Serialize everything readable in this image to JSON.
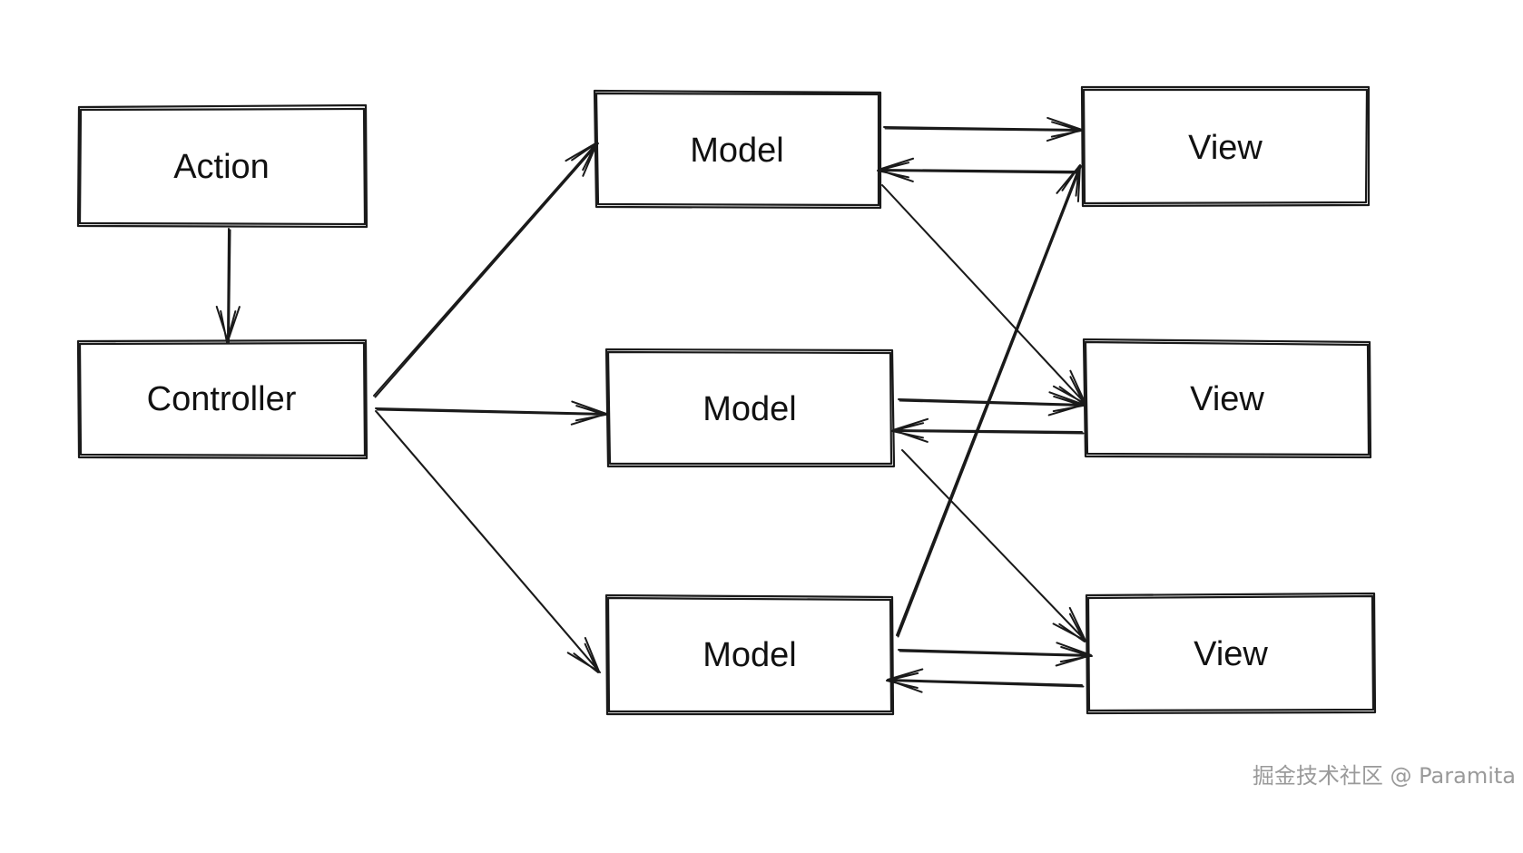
{
  "nodes": {
    "action": {
      "label": "Action"
    },
    "controller": {
      "label": "Controller"
    },
    "model_1": {
      "label": "Model"
    },
    "model_2": {
      "label": "Model"
    },
    "model_3": {
      "label": "Model"
    },
    "view_1": {
      "label": "View"
    },
    "view_2": {
      "label": "View"
    },
    "view_3": {
      "label": "View"
    }
  },
  "edges": [
    {
      "from": "action",
      "to": "controller"
    },
    {
      "from": "controller",
      "to": "model_1"
    },
    {
      "from": "controller",
      "to": "model_2"
    },
    {
      "from": "controller",
      "to": "model_3"
    },
    {
      "from": "model_1",
      "to": "view_1"
    },
    {
      "from": "view_1",
      "to": "model_1"
    },
    {
      "from": "model_1",
      "to": "view_2"
    },
    {
      "from": "model_2",
      "to": "view_2"
    },
    {
      "from": "view_2",
      "to": "model_2"
    },
    {
      "from": "model_2",
      "to": "view_3"
    },
    {
      "from": "model_3",
      "to": "view_1"
    },
    {
      "from": "model_3",
      "to": "view_3"
    },
    {
      "from": "view_3",
      "to": "model_3"
    }
  ],
  "watermark": "掘金技术社区 @ Paramita",
  "colors": {
    "stroke": "#1a1a1a",
    "text": "#111111",
    "watermark": "#9a9a9a",
    "background": "#ffffff"
  }
}
